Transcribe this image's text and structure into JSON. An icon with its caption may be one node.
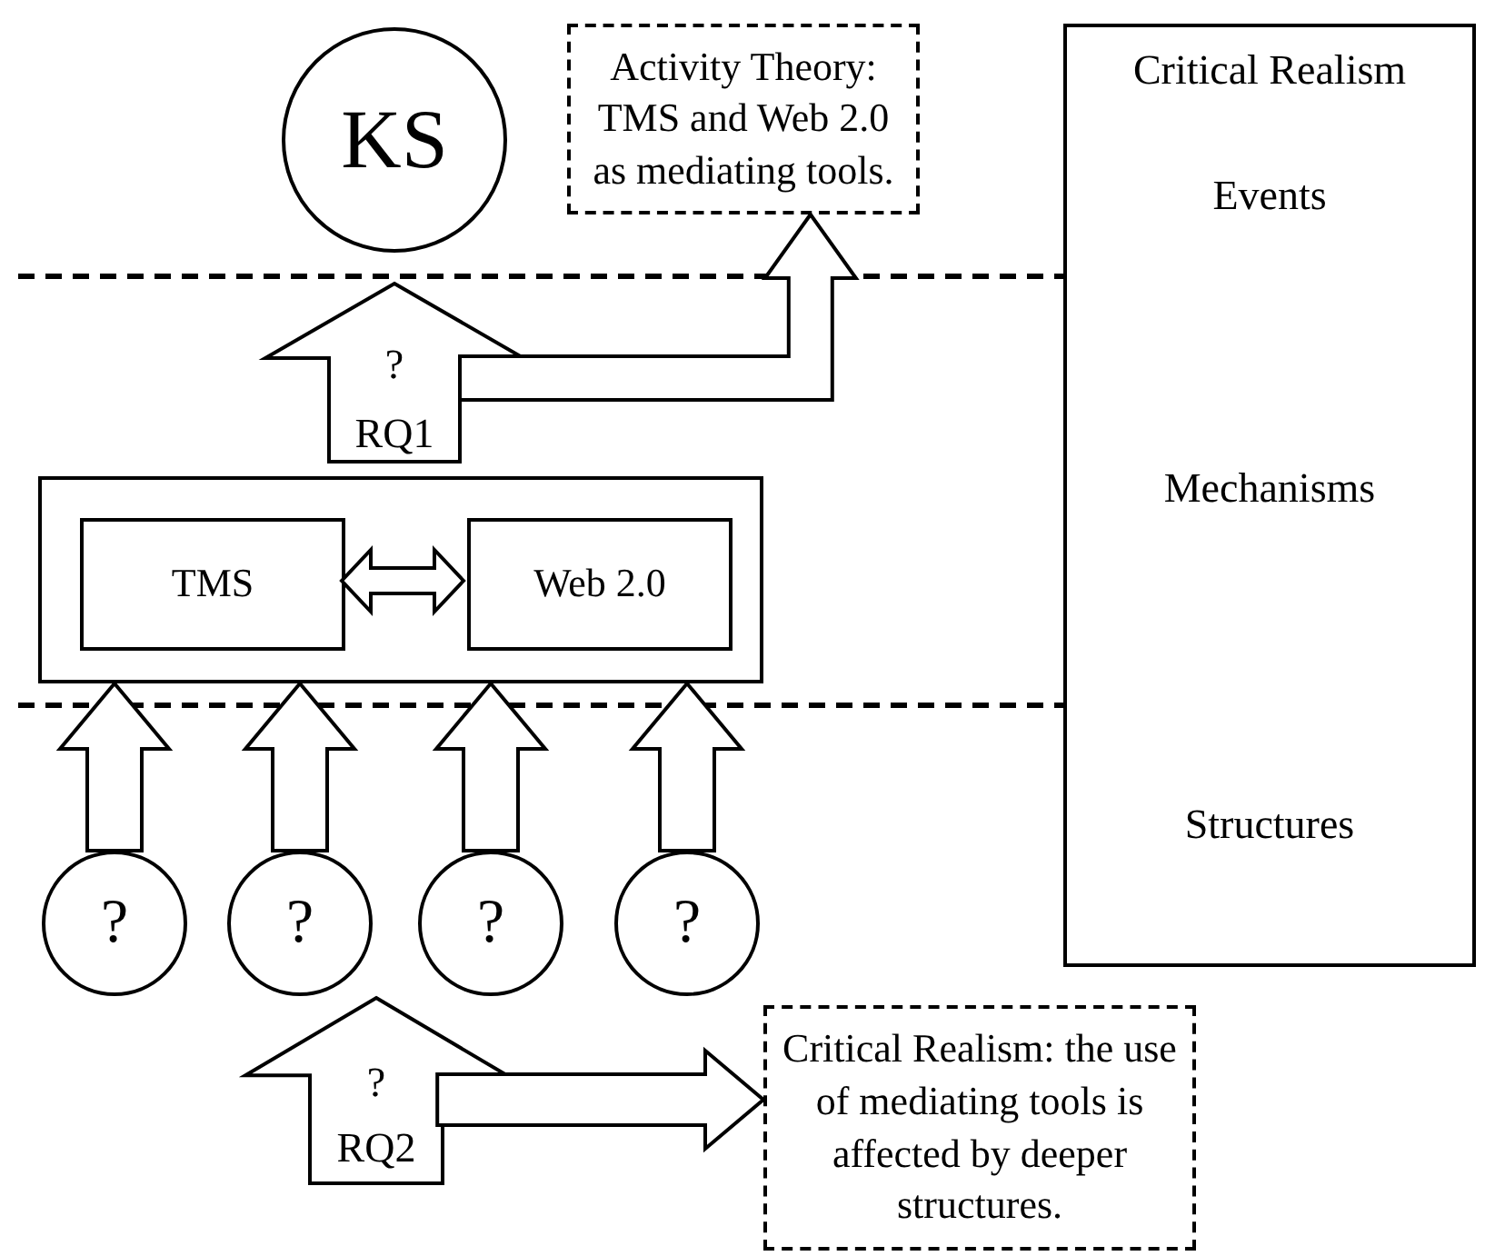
{
  "diagram": {
    "nodes": [
      {
        "text": [
          "KS"
        ]
      },
      {
        "text": [
          "Activity Theory: TMS and Web 2.0 as mediating tools."
        ]
      },
      {
        "text": [
          "Critical Realism",
          "Events",
          "Mechanisms",
          "Structures"
        ]
      },
      {
        "text": [
          "?",
          "RQ1"
        ]
      },
      {
        "text": [],
        "shape": "box"
      },
      {
        "text": [
          "TMS"
        ],
        "in": 4
      },
      {
        "text": [
          "Web 2.0"
        ],
        "in": 4
      },
      {
        "text": [
          "?"
        ]
      },
      {
        "text": [
          "?"
        ]
      },
      {
        "text": [
          "?"
        ]
      },
      {
        "text": [
          "?"
        ]
      },
      {
        "text": [
          "?",
          "RQ2"
        ]
      },
      {
        "text": [
          "Critical Realism: the use of mediating tools is affected by deeper structures."
        ]
      }
    ],
    "edges": [
      {
        "from": 3,
        "to": 1,
        "arrow": "to"
      },
      {
        "from": 5,
        "to": 6,
        "arrow": "both"
      },
      {
        "from": 7,
        "to": 4,
        "arrow": "to"
      },
      {
        "from": 8,
        "to": 4,
        "arrow": "to"
      },
      {
        "from": 9,
        "to": 4,
        "arrow": "to"
      },
      {
        "from": 10,
        "to": 4,
        "arrow": "to"
      },
      {
        "from": 11,
        "to": 12,
        "arrow": "to"
      }
    ]
  }
}
